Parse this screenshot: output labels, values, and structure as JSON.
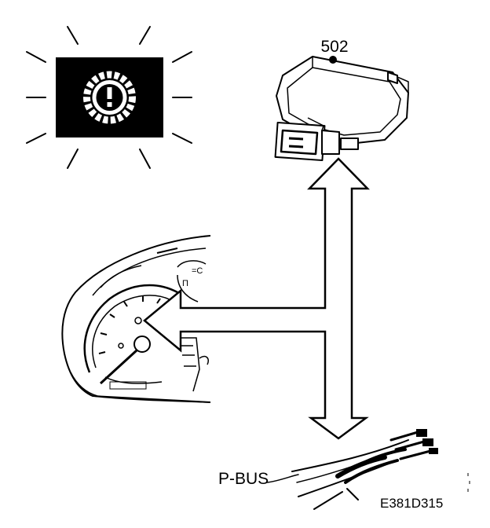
{
  "labels": {
    "module_number": "502",
    "bus": "P-BUS",
    "figure_code": "E381D315"
  },
  "icons": {
    "warning_lamp": "gear-exclamation-warning-icon"
  },
  "colors": {
    "ink": "#000000",
    "paper": "#ffffff"
  }
}
